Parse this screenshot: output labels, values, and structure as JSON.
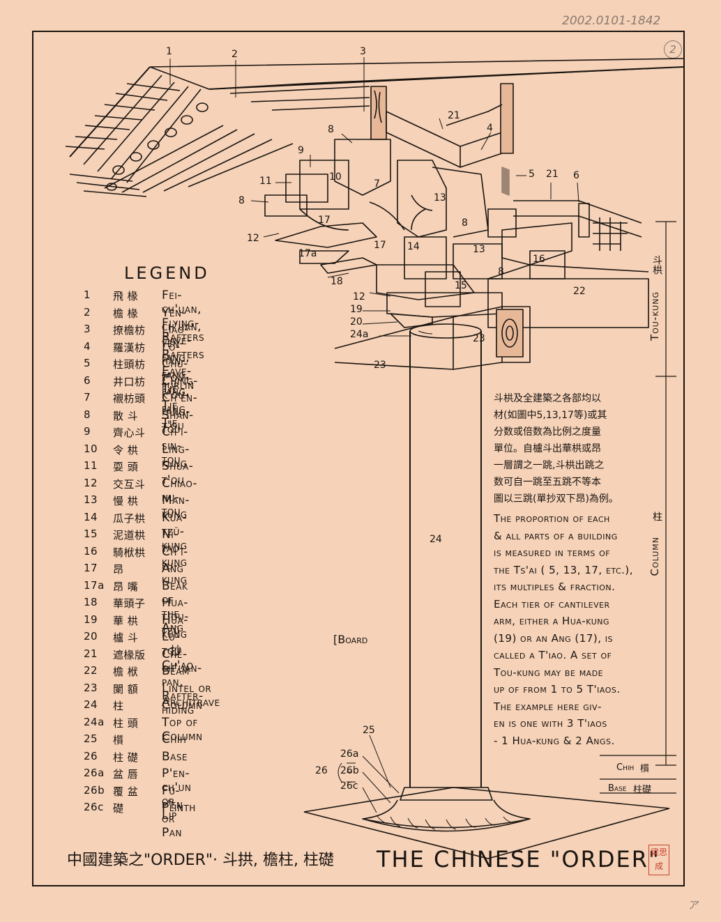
{
  "catalog_number": "2002.0101-1842",
  "sheet_number": "2",
  "legend": {
    "title": "LEGEND",
    "items": [
      {
        "num": "1",
        "cn": "飛 椽",
        "en": "Fei-ch'uan, Flying-Rafters"
      },
      {
        "num": "2",
        "cn": "檐 椽",
        "en": "Yen-ch'uan, Eave-Rafters"
      },
      {
        "num": "3",
        "cn": "撩檐枋",
        "en": "Liao-yen-fang, Eave-purlin"
      },
      {
        "num": "4",
        "cn": "羅漢枋",
        "en": "Lo-han-fang, Tie"
      },
      {
        "num": "5",
        "cn": "柱頭枋",
        "en": "Chu-t'ou-fang, Tie"
      },
      {
        "num": "6",
        "cn": "井口枋",
        "en": "Ching-k'ou-fang, Tie"
      },
      {
        "num": "7",
        "cn": "襯枋頭",
        "en": "Ch'en-fang-t'ou"
      },
      {
        "num": "8",
        "cn": "散 斗",
        "en": "Shan-tou"
      },
      {
        "num": "9",
        "cn": "齊心斗",
        "en": "Ch'i-sin-tou"
      },
      {
        "num": "10",
        "cn": "令 栱",
        "en": "Ling-kung"
      },
      {
        "num": "11",
        "cn": "耍 頭",
        "en": "Shua-t'ou"
      },
      {
        "num": "12",
        "cn": "交互斗",
        "en": "Chiao-hu-tou"
      },
      {
        "num": "13",
        "cn": "慢 栱",
        "en": "Man-kung"
      },
      {
        "num": "14",
        "cn": "瓜子栱",
        "en": "Kua-tzŭ-kung"
      },
      {
        "num": "15",
        "cn": "泥道栱",
        "en": "Ni-tao-kung"
      },
      {
        "num": "16",
        "cn": "騎栿栱",
        "en": "Ch'i-fu-kung"
      },
      {
        "num": "17",
        "cn": "昂",
        "en": "Ang"
      },
      {
        "num": "17a",
        "cn": "昂 嘴",
        "en": "Beak of the Ang"
      },
      {
        "num": "18",
        "cn": "華頭子",
        "en": "Hua-t'ou-tzŭ"
      },
      {
        "num": "19",
        "cn": "華 栱",
        "en": "Hua-kung , 抄 Ch'ao"
      },
      {
        "num": "20",
        "cn": "櫨 斗",
        "en": "Lu-tou"
      },
      {
        "num": "21",
        "cn": "遮椽版",
        "en": "Chê-ch'uan-pan, Rafter-hiding"
      },
      {
        "num": "22",
        "cn": "檐 栿",
        "en": "Beam"
      },
      {
        "num": "23",
        "cn": "闌 額",
        "en": "Lintel or Architrave"
      },
      {
        "num": "24",
        "cn": "柱",
        "en": "Column"
      },
      {
        "num": "24a",
        "cn": "柱 頭",
        "en": "Top of Column"
      },
      {
        "num": "25",
        "cn": "櫍",
        "en": "Chih"
      },
      {
        "num": "26",
        "cn": "柱 礎",
        "en": "Base"
      },
      {
        "num": "26a",
        "cn": "盆 唇",
        "en": "P'en-ch'un or Lip"
      },
      {
        "num": "26b",
        "cn": "覆 盆",
        "en": "Fu-p'en or Pan"
      },
      {
        "num": "26c",
        "cn": "礎",
        "en": "Plinth"
      }
    ],
    "board_continuation": "[Board"
  },
  "notes": {
    "chinese": [
      "斗栱及全建築之各部均以",
      "材(如圖中5,13,17等)或其",
      "分数或倍数為比例之度量",
      "單位。自櫨斗出華栱或昂",
      "一層謂之一跳,斗栱出跳之",
      "数可自一跳至五跳不等本",
      "圖以三跳(單抄双下昂)為例。"
    ],
    "english": [
      "The proportion of each",
      "& all parts of a building",
      "is measured in terms of",
      "the Ts'ai ( 5, 13, 17, etc.),",
      "its multiples & fraction.",
      "Each tier of cantilever",
      "arm, either a Hua-kung",
      "(19) or an Ang (17), is",
      "called a T'iao.  A set of",
      "Tou-kung may be made",
      "up of from 1 to 5 T'iaos.",
      "The example here giv-",
      "en is one with 3 T'iaos",
      "- 1 Hua-kung & 2 Angs."
    ]
  },
  "dimension_labels": {
    "tou_kung": "Tou-kung",
    "tou_kung_cn": "斗栱",
    "column": "Column",
    "column_cn": "柱",
    "chih": "Chih",
    "chih_cn": "櫍",
    "base": "Base",
    "base_cn": "柱礎"
  },
  "callouts": {
    "c1": "1",
    "c2": "2",
    "c3": "3",
    "c21a": "21",
    "c4": "4",
    "c5": "5",
    "c21b": "21",
    "c6": "6",
    "c8a": "8",
    "c9": "9",
    "c10": "10",
    "c7": "7",
    "c11": "11",
    "c8b": "8",
    "c13a": "13",
    "c8c": "8",
    "c17a": "17",
    "c12a": "12",
    "c17aa": "17a",
    "c17b": "17",
    "c14": "14",
    "c13b": "13",
    "c8d": "8",
    "c16": "16",
    "c18": "18",
    "c12b": "12",
    "c15": "15",
    "c22": "22",
    "c19": "19",
    "c20": "20",
    "c24a": "24a",
    "c23a": "23",
    "c23b": "23",
    "c24": "24",
    "c25": "25",
    "c26a": "26a",
    "c26": "26",
    "c26b": "26b",
    "c26c": "26c"
  },
  "title": {
    "chinese": "中國建築之\"ORDER\"· 斗拱, 檐柱, 柱礎",
    "english": "THE CHINESE \"ORDER\""
  },
  "seal_text": "梁思成",
  "corner_mark": "ア"
}
